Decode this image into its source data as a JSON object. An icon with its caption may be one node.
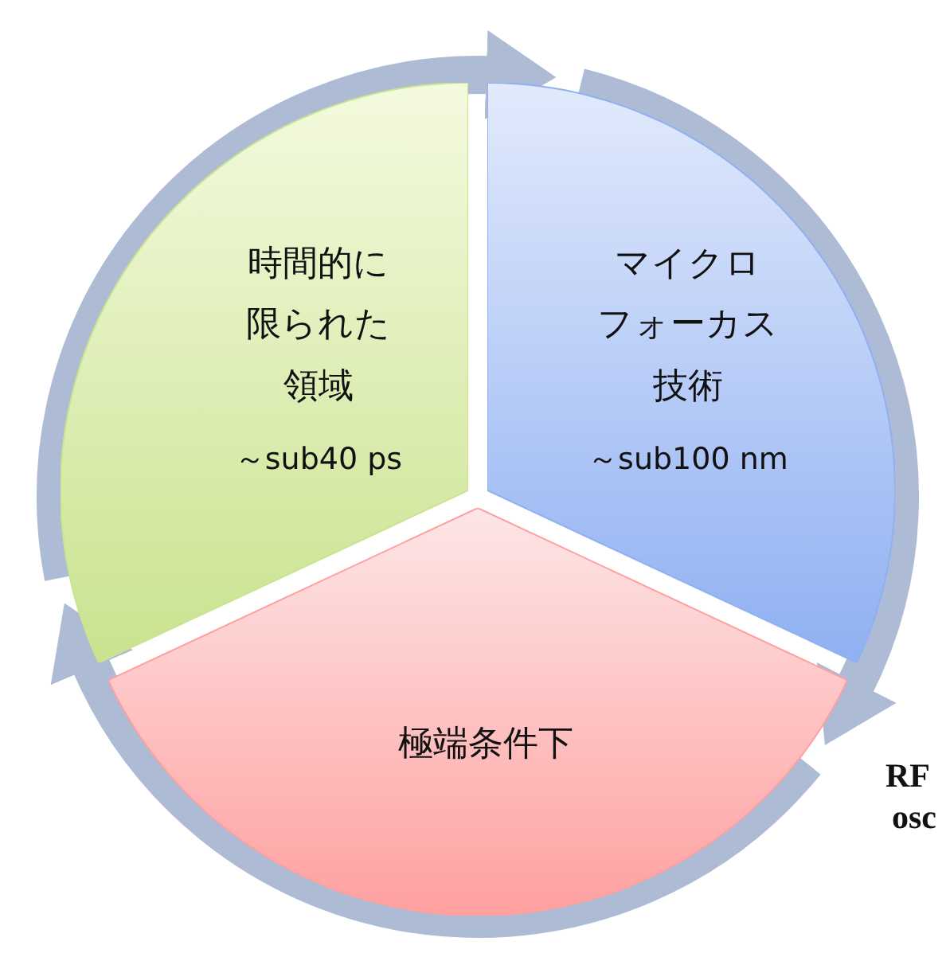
{
  "diagram": {
    "nodes": [
      {
        "text": [
          "時間的に限られた領域",
          "～sub40 ps"
        ]
      },
      {
        "text": [
          "マイクロフォーカス技術",
          "～sub100 nm"
        ]
      },
      {
        "text": [
          "極端条件下"
        ]
      }
    ],
    "edges": [
      {
        "from": 0,
        "to": 1,
        "arrow": "to"
      },
      {
        "from": 1,
        "to": 2,
        "arrow": "to"
      },
      {
        "from": 2,
        "to": 0,
        "arrow": "to"
      }
    ],
    "labels": [
      "RF",
      "osc"
    ]
  }
}
